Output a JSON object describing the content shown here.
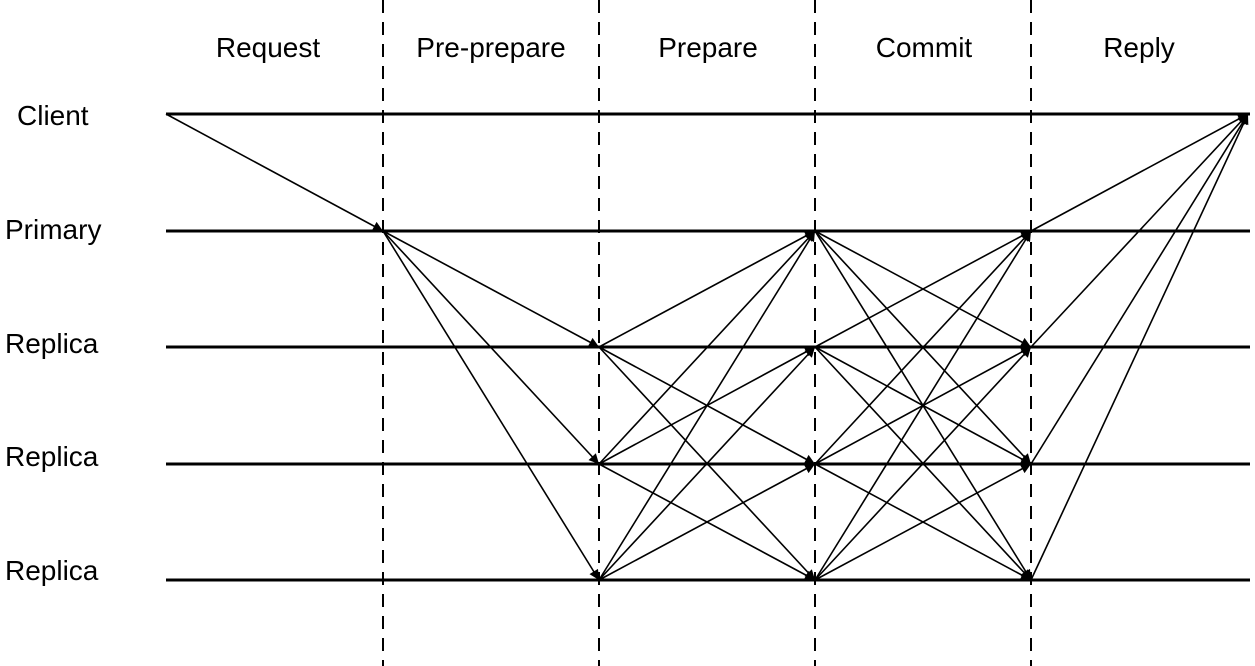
{
  "phases": [
    {
      "label": "Request"
    },
    {
      "label": "Pre-prepare"
    },
    {
      "label": "Prepare"
    },
    {
      "label": "Commit"
    },
    {
      "label": "Reply"
    }
  ],
  "nodes": [
    {
      "label": "Client"
    },
    {
      "label": "Primary"
    },
    {
      "label": "Replica"
    },
    {
      "label": "Replica"
    },
    {
      "label": "Replica"
    }
  ],
  "messages": [
    {
      "phase": "Request",
      "from": 0,
      "to": [
        1
      ]
    },
    {
      "phase": "Pre-prepare",
      "from": 1,
      "to": [
        2,
        3,
        4
      ]
    },
    {
      "phase": "Prepare",
      "from": 2,
      "to": [
        1,
        3,
        4
      ]
    },
    {
      "phase": "Prepare",
      "from": 3,
      "to": [
        1,
        2,
        4
      ]
    },
    {
      "phase": "Prepare",
      "from": 4,
      "to": [
        1,
        2,
        3
      ]
    },
    {
      "phase": "Commit",
      "from": 1,
      "to": [
        2,
        3,
        4
      ]
    },
    {
      "phase": "Commit",
      "from": 2,
      "to": [
        1,
        3,
        4
      ]
    },
    {
      "phase": "Commit",
      "from": 3,
      "to": [
        1,
        2,
        4
      ]
    },
    {
      "phase": "Commit",
      "from": 4,
      "to": [
        1,
        2,
        3
      ]
    },
    {
      "phase": "Reply",
      "from": 1,
      "to": [
        0
      ]
    },
    {
      "phase": "Reply",
      "from": 2,
      "to": [
        0
      ]
    },
    {
      "phase": "Reply",
      "from": 3,
      "to": [
        0
      ]
    },
    {
      "phase": "Reply",
      "from": 4,
      "to": [
        0
      ]
    }
  ]
}
